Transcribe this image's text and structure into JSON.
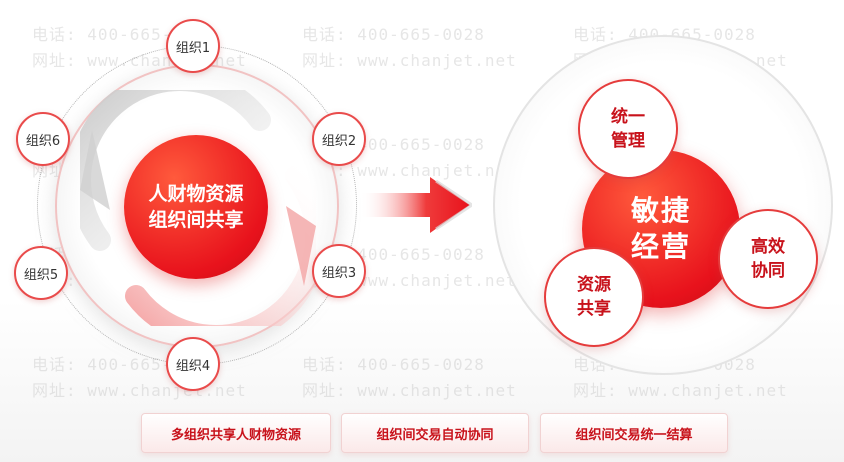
{
  "watermark": {
    "phone": "电话: 400-665-0028",
    "site": "网址: www.chanjet.net"
  },
  "left": {
    "center_line1": "人财物资源",
    "center_line2": "组织间共享",
    "orgs": [
      "组织1",
      "组织2",
      "组织3",
      "组织4",
      "组织5",
      "组织6"
    ]
  },
  "right": {
    "center_line1": "敏捷",
    "center_line2": "经营",
    "nodes": [
      {
        "line1": "统一",
        "line2": "管理"
      },
      {
        "line1": "高效",
        "line2": "协同"
      },
      {
        "line1": "资源",
        "line2": "共享"
      }
    ]
  },
  "pills": [
    "多组织共享人财物资源",
    "组织间交易自动协同",
    "组织间交易统一结算"
  ],
  "colors": {
    "accent": "#e8121c",
    "accent_text": "#c8121b"
  }
}
